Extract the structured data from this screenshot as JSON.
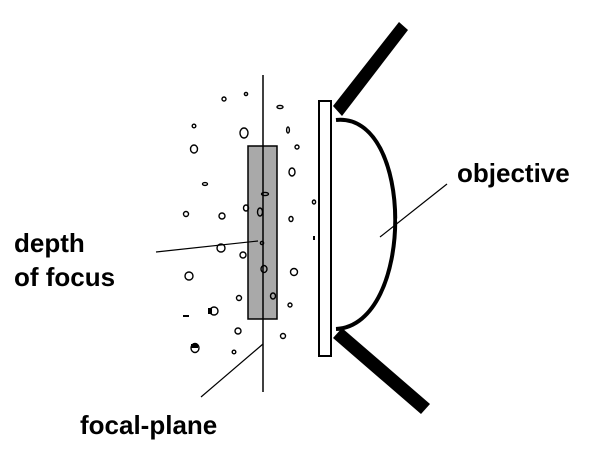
{
  "labels": {
    "depth_line1": "depth",
    "depth_line2": "of  focus",
    "objective": "objective",
    "focal_plane": "focal-plane"
  },
  "colors": {
    "ink": "#000000",
    "focus_region": "#a9a9a9",
    "background": "#ffffff"
  }
}
